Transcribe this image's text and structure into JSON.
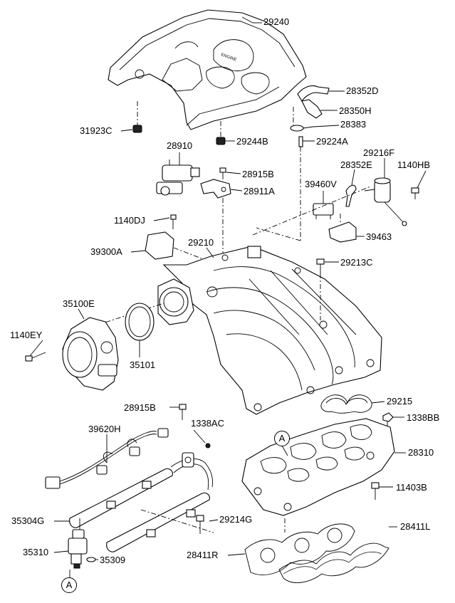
{
  "labels": {
    "p29240": "29240",
    "p28352D": "28352D",
    "p28350H": "28350H",
    "p28383": "28383",
    "p29224A": "29224A",
    "p31923C": "31923C",
    "p29244B": "29244B",
    "p28910": "28910",
    "p28915B_top": "28915B",
    "p28911A": "28911A",
    "p29216F": "29216F",
    "p28352E": "28352E",
    "p1140HB": "1140HB",
    "p39460V": "39460V",
    "p1140DJ": "1140DJ",
    "p39463": "39463",
    "p39300A": "39300A",
    "p29210": "29210",
    "p29213C": "29213C",
    "p35100E": "35100E",
    "p1140EY": "1140EY",
    "p35101": "35101",
    "p29215": "29215",
    "p28915B_bottom": "28915B",
    "p1338AC": "1338AC",
    "p1338BB": "1338BB",
    "p39620H": "39620H",
    "p28310": "28310",
    "p11403B": "11403B",
    "p35304G": "35304G",
    "p29214G": "29214G",
    "p28411L": "28411L",
    "p35310": "35310",
    "p35309": "35309",
    "p28411R": "28411R"
  },
  "refs": {
    "ref_a_upper": "A",
    "ref_a_lower": "A"
  }
}
